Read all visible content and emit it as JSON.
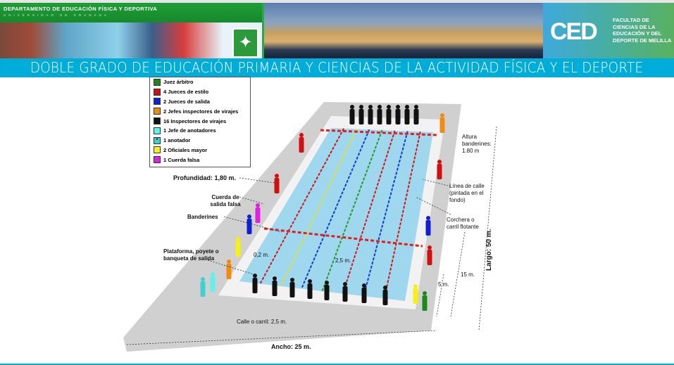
{
  "header": {
    "department_title": "DEPARTAMENTO DE EDUCACIÓN FÍSICA Y DEPORTIVA",
    "university": "UNIVERSIDAD DE GRANADA",
    "faculty_logo": "CED",
    "faculty_name": "FACULTAD DE CIENCIAS DE LA EDUCACIÓN Y DEL DEPORTE DE MELILLA",
    "banner": "DOBLE GRADO DE EDUCACIÓN PRIMARIA Y CIENCIAS DE LA ACTIVIDAD FÍSICA Y EL DEPORTE"
  },
  "legend": [
    {
      "label": "Juez árbitro",
      "color": "#1a8a1a",
      "mark": ""
    },
    {
      "label": "4 Jueces de estilo",
      "color": "#d01010",
      "mark": ""
    },
    {
      "label": "2 Jueces de salida",
      "color": "#1020d0",
      "mark": ""
    },
    {
      "label": "2 Jefes inspectores de virajes",
      "color": "#f08a10",
      "mark": ""
    },
    {
      "label": "16 Inspectores de virajes",
      "color": "#111111",
      "mark": ""
    },
    {
      "label": "1 Jefe de anotadores",
      "color": "#60f0f0",
      "mark": ""
    },
    {
      "label": "1 anotador",
      "color": "#40d0d0",
      "mark": "*"
    },
    {
      "label": "2 Oficiales mayor",
      "color": "#f8f010",
      "mark": ""
    },
    {
      "label": "1 Cuerda falsa",
      "color": "#e020e0",
      "mark": ""
    }
  ],
  "labels": {
    "depth": "Profundidad: 1,80 m.",
    "false_start_rope": "Cuerda de salida falsa",
    "flags": "Banderines",
    "platform": "Plataforma, poyete o banqueta de salida",
    "dist_02": "0,2 m.",
    "dist_25": "2,5 m.",
    "lane": "Calle o carril: 2,5 m.",
    "width": "Ancho: 25 m.",
    "flag_height": "Altura banderines: 1.80 m",
    "lane_line": "Línea de calle (pintada en el fondo)",
    "lane_rope": "Corchera o carril flotante",
    "length": "Largo: 50 m.",
    "dist_15": "15 m.",
    "dist_5": "5 m."
  }
}
